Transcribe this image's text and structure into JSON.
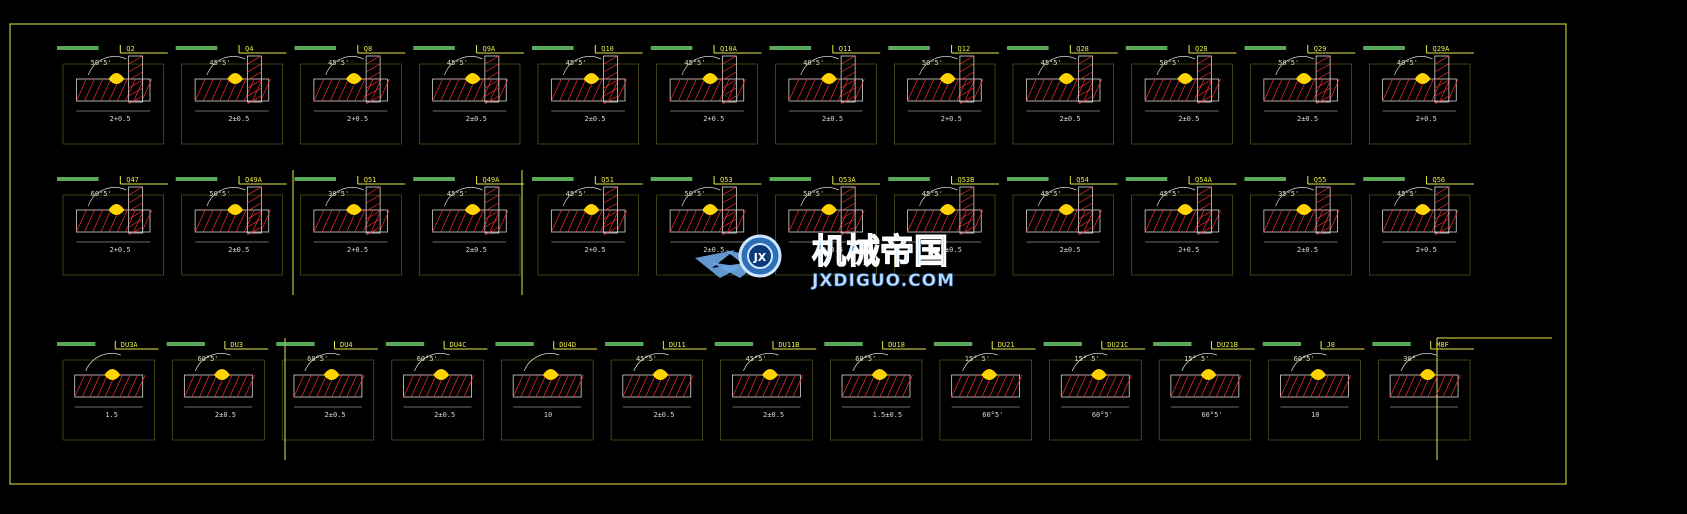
{
  "colors": {
    "background": "#000000",
    "frame": "#e8e84a",
    "hatch": "#ff3030",
    "weld": "#ffd400",
    "dim": "#d8d8d8",
    "label_green": "#6fd36f",
    "watermark": "#4aa8ff"
  },
  "rows": [
    {
      "codes": [
        "Q2",
        "Q4",
        "Q8",
        "Q9A",
        "Q10",
        "Q10A",
        "Q11",
        "Q12",
        "Q28",
        "Q28",
        "Q29",
        "Q29A"
      ],
      "angles": [
        "50°5'",
        "45°5'",
        "45°5'",
        "45°5'",
        "45°5'",
        "45°5'",
        "40°5'",
        "50°5'",
        "45°5'",
        "50°5'",
        "50°5'",
        "40°5'"
      ],
      "dims": [
        "2+0.5",
        "2±0.5",
        "2+0.5",
        "2±0.5",
        "2±0.5",
        "2+0.5",
        "2±0.5",
        "2+0.5",
        "2±0.5",
        "2±0.5",
        "2±0.5",
        "2+0.5"
      ]
    },
    {
      "codes": [
        "Q47",
        "Q49A",
        "Q51",
        "Q49A",
        "Q51",
        "Q53",
        "Q53A",
        "Q53B",
        "Q54",
        "Q54A",
        "Q55",
        "Q56"
      ],
      "angles": [
        "60°5'",
        "50°5'",
        "30°5'",
        "45°5'",
        "45°5'",
        "50°5'",
        "50°5'",
        "45°5'",
        "45°5'",
        "45°5'",
        "35°5'",
        "45°5'"
      ],
      "dims": [
        "2+0.5",
        "2±0.5",
        "2+0.5",
        "2±0.5",
        "2+0.5",
        "2±0.5",
        "2+0.5",
        "2±0.5",
        "2±0.5",
        "2+0.5",
        "2±0.5",
        "2+0.5"
      ]
    },
    {
      "codes": [
        "DU3A",
        "DU3",
        "DU4",
        "DU4C",
        "DU4D",
        "DU11",
        "DU11B",
        "DU18",
        "DU21",
        "DU21C",
        "DU21B",
        "J8",
        "M8F"
      ],
      "angles": [
        "",
        "60°5'",
        "60°5'",
        "60°5'",
        "",
        "45°5'",
        "45°5'",
        "60°5'",
        "15° 5'",
        "15° 5'",
        "15° 5'",
        "60°5'",
        "30°"
      ],
      "dims": [
        "1.5",
        "2±0.5",
        "2±0.5",
        "2±0.5",
        "10",
        "2±0.5",
        "2±0.5",
        "1.5±0.5",
        "60°5'",
        "60°5'",
        "60°5'",
        "10",
        ""
      ]
    }
  ],
  "watermark": {
    "cn": "机械帝国",
    "en": "JXDIGUO.COM",
    "badge": "JX"
  }
}
